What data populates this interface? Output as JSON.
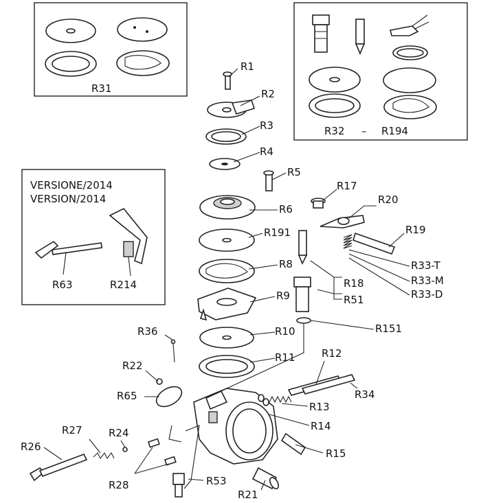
{
  "boxes": {
    "kit_diaphragms": {
      "label": "R31"
    },
    "kit_full": {
      "label_left": "R32",
      "dash": "–",
      "label_right": "R194"
    },
    "version": {
      "line1": "VERSIONE/2014",
      "line2": "VERSION/2014",
      "part_a": "R63",
      "part_b": "R214"
    }
  },
  "labels": {
    "r1": "R1",
    "r2": "R2",
    "r3": "R3",
    "r4": "R4",
    "r5": "R5",
    "r6": "R6",
    "r191": "R191",
    "r8": "R8",
    "r9": "R9",
    "r10": "R10",
    "r11": "R11",
    "r17": "R17",
    "r20": "R20",
    "r19": "R19",
    "r33t": "R33-T",
    "r33m": "R33-M",
    "r33d": "R33-D",
    "r18": "R18",
    "r51": "R51",
    "r151": "R151",
    "r36": "R36",
    "r22": "R22",
    "r65": "R65",
    "r12": "R12",
    "r34": "R34",
    "r13": "R13",
    "r14": "R14",
    "r15": "R15",
    "r27": "R27",
    "r24": "R24",
    "r26": "R26",
    "r28": "R28",
    "r53": "R53",
    "r21": "R21"
  }
}
